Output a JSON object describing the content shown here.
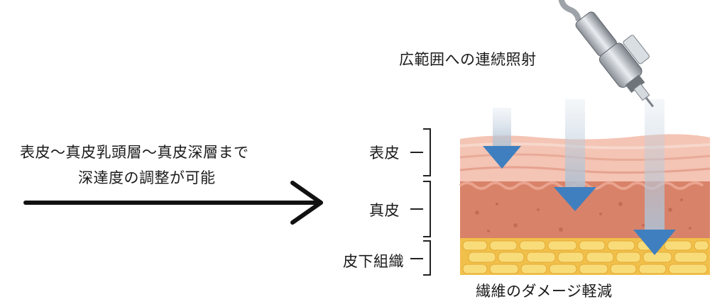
{
  "left_text": {
    "line1": "表皮〜真皮乳頭層〜真皮深層まで",
    "line2": "深達度の調整が可能"
  },
  "top_label": "広範囲への連続照射",
  "layers": {
    "epidermis": "表皮",
    "dermis": "真皮",
    "subcutis": "皮下組織"
  },
  "bottom_label": "繊維のダメージ軽減",
  "colors": {
    "epidermis": "#f4c4b4",
    "dermis": "#d9826a",
    "fat": "#f7d36a",
    "arrow": "#3f7fbf"
  }
}
